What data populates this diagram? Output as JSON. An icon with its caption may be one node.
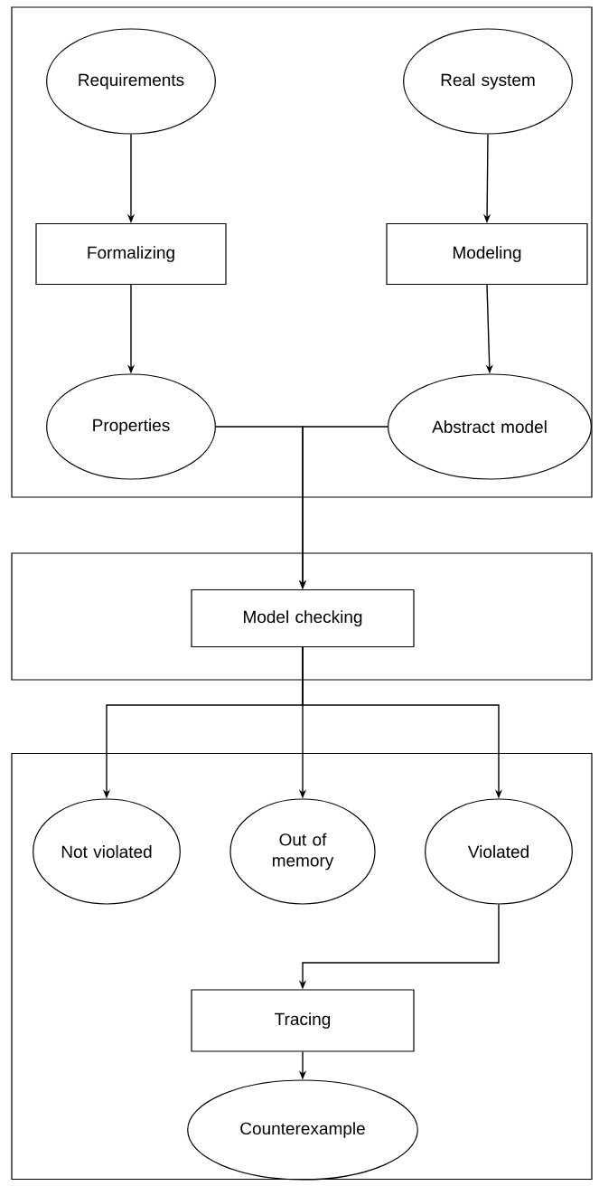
{
  "diagram": {
    "nodes": [
      {
        "text": [],
        "shape": "box"
      },
      {
        "text": [
          "Requirements"
        ],
        "in": 0
      },
      {
        "text": [
          "Real system"
        ],
        "in": 0
      },
      {
        "text": [
          "Formalizing"
        ],
        "in": 0
      },
      {
        "text": [
          "Modeling"
        ],
        "in": 0
      },
      {
        "text": [
          "Properties"
        ],
        "in": 0
      },
      {
        "text": [
          "Abstract model"
        ],
        "in": 0
      },
      {
        "text": [],
        "shape": "box"
      },
      {
        "text": [
          "Model checking"
        ],
        "in": 7
      },
      {
        "text": [],
        "shape": "box"
      },
      {
        "text": [
          "Not violated"
        ],
        "in": 9
      },
      {
        "text": [
          "Out of memory"
        ],
        "in": 9
      },
      {
        "text": [
          "Violated"
        ],
        "in": 9
      },
      {
        "text": [
          "Tracing"
        ],
        "in": 9
      },
      {
        "text": [
          "Counterexample"
        ],
        "in": 9
      }
    ],
    "edges": [
      {
        "from": 1,
        "to": 3,
        "arrow": "to"
      },
      {
        "from": 3,
        "to": 5,
        "arrow": "to"
      },
      {
        "from": 2,
        "to": 4,
        "arrow": "to"
      },
      {
        "from": 4,
        "to": 6,
        "arrow": "to"
      },
      {
        "from": 5,
        "to": 8,
        "arrow": "to"
      },
      {
        "from": 6,
        "to": 8,
        "arrow": "to"
      },
      {
        "from": 8,
        "to": 10,
        "arrow": "to"
      },
      {
        "from": 8,
        "to": 11,
        "arrow": "to"
      },
      {
        "from": 8,
        "to": 12,
        "arrow": "to"
      },
      {
        "from": 12,
        "to": 13,
        "arrow": "to"
      },
      {
        "from": 13,
        "to": 14,
        "arrow": "to"
      }
    ]
  }
}
